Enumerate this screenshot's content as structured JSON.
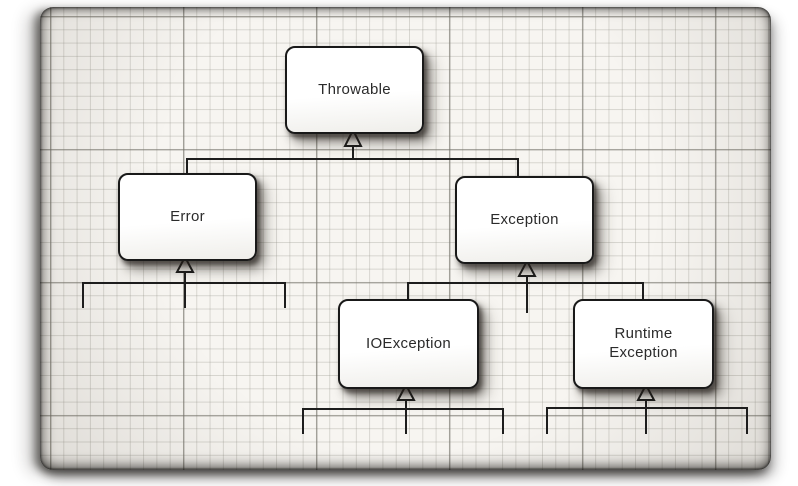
{
  "diagram": {
    "type": "class-hierarchy",
    "nodes": [
      {
        "id": "throwable",
        "label": "Throwable"
      },
      {
        "id": "error",
        "label": "Error"
      },
      {
        "id": "exception",
        "label": "Exception"
      },
      {
        "id": "ioexception",
        "label": "IOException"
      },
      {
        "id": "runtime-exception",
        "label": "Runtime Exception"
      }
    ],
    "edges": [
      {
        "from": "error",
        "to": "throwable",
        "type": "inheritance"
      },
      {
        "from": "exception",
        "to": "throwable",
        "type": "inheritance"
      },
      {
        "from": "ioexception",
        "to": "exception",
        "type": "inheritance"
      },
      {
        "from": "runtime-exception",
        "to": "exception",
        "type": "inheritance"
      },
      {
        "from": "unlabeled-subclasses",
        "to": "error",
        "type": "inheritance"
      },
      {
        "from": "unlabeled-subclasses",
        "to": "exception",
        "type": "inheritance"
      },
      {
        "from": "unlabeled-subclasses",
        "to": "ioexception",
        "type": "inheritance"
      },
      {
        "from": "unlabeled-subclasses",
        "to": "runtime-exception",
        "type": "inheritance"
      }
    ],
    "colors": {
      "paper": "#f7f5f1",
      "grid_minor": "#d9d7d0",
      "grid_major": "#a9a79f",
      "line": "#1d1d1d",
      "box_fill": "#ffffff",
      "text": "#2b2b2b"
    }
  }
}
